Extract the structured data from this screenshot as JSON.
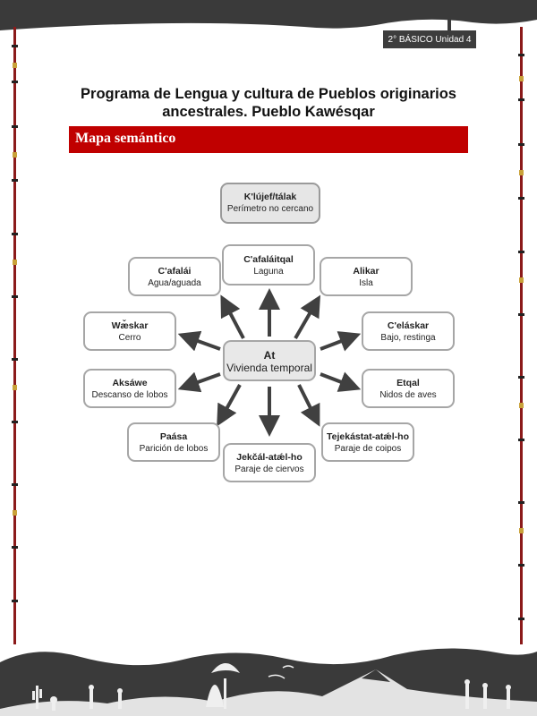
{
  "header": {
    "grade_label": "2° BÁSICO Unidad 4"
  },
  "document": {
    "title_line1": "Programa de Lengua y cultura de Pueblos originarios",
    "title_line2": "ancestrales. Pueblo Kawésqar",
    "section_label": "Mapa semántico"
  },
  "map": {
    "top": {
      "term": "K'lújef/tálak",
      "meaning": "Perímetro no cercano"
    },
    "center": {
      "term": "At",
      "meaning": "Vivienda temporal"
    },
    "nodes": [
      {
        "term": "C'afaláitqal",
        "meaning": "Laguna"
      },
      {
        "term": "Alikar",
        "meaning": "Isla"
      },
      {
        "term": "C'eláskar",
        "meaning": "Bajo, restinga"
      },
      {
        "term": "Etqal",
        "meaning": "Nidos de aves"
      },
      {
        "term": "Tejekástat-atǽl-ho",
        "meaning": "Paraje de coipos"
      },
      {
        "term": "Jekčál-atǽl-ho",
        "meaning": "Paraje de ciervos"
      },
      {
        "term": "Paása",
        "meaning": "Parición de lobos"
      },
      {
        "term": "Aksáwe",
        "meaning": "Descanso de lobos"
      },
      {
        "term": "Wæ̌skar",
        "meaning": "Cerro"
      },
      {
        "term": "C'afalái",
        "meaning": "Agua/aguada"
      }
    ]
  },
  "colors": {
    "section_bar": "#c00000",
    "node_border": "#a6a6a6",
    "arrow": "#404040",
    "band": "#3a3a3a"
  }
}
